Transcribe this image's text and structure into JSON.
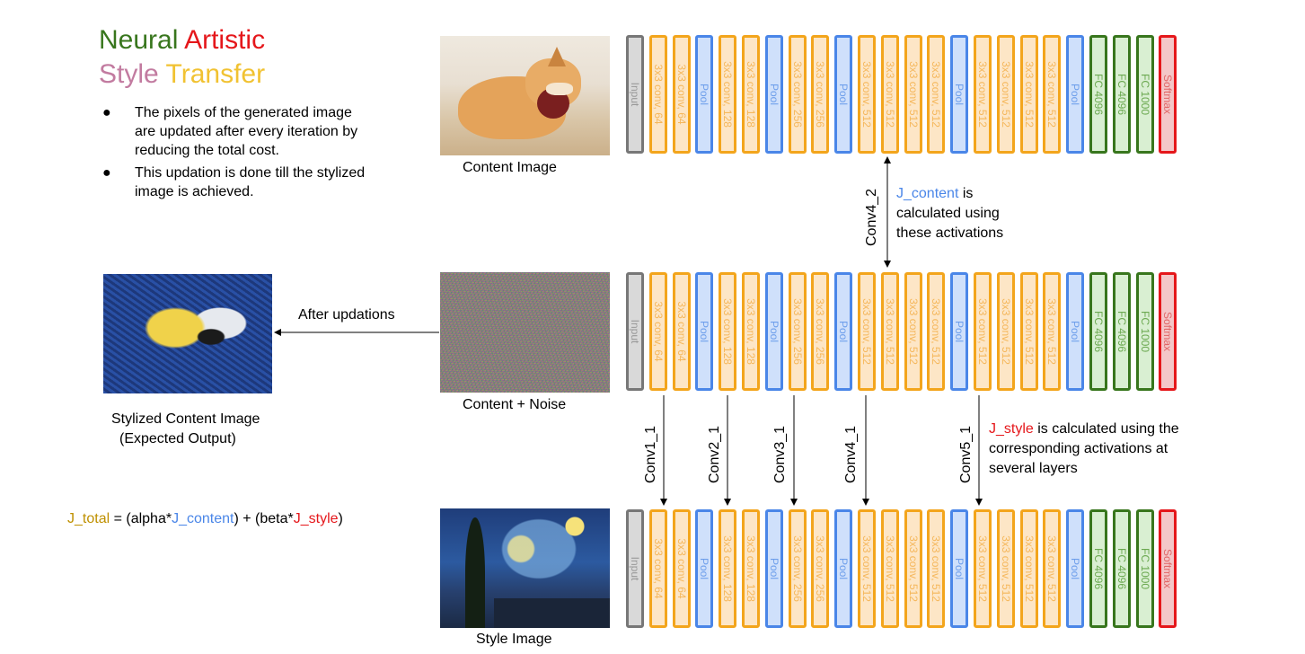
{
  "title": {
    "line1_a": "Neural",
    "line1_b": "Artistic",
    "line2_a": "Style",
    "line2_b": "Transfer",
    "colors": {
      "neural": "#38761d",
      "artistic": "#e5171b",
      "style": "#c27ba0",
      "transfer": "#f1c232"
    }
  },
  "bullets": [
    "The pixels of the generated image are updated after every iteration by reducing the total cost.",
    "This updation is done till the stylized image is achieved."
  ],
  "captions": {
    "content_image": "Content Image",
    "content_noise": "Content + Noise",
    "style_image": "Style Image",
    "stylized_line1": "Stylized Content Image",
    "stylized_line2": "(Expected Output)",
    "after_updations": "After updations"
  },
  "formula": {
    "j_total": "J_total",
    "eq_open": " = (alpha*",
    "j_content": "J_content",
    "mid": ") + (beta*",
    "j_style": "J_style",
    "close": ")"
  },
  "network_layers": [
    {
      "label": "Input",
      "kind": "input"
    },
    {
      "label": "3x3 conv, 64",
      "kind": "conv"
    },
    {
      "label": "3x3 conv, 64",
      "kind": "conv"
    },
    {
      "label": "Pool",
      "kind": "pool"
    },
    {
      "label": "3x3 conv, 128",
      "kind": "conv"
    },
    {
      "label": "3x3 conv, 128",
      "kind": "conv"
    },
    {
      "label": "Pool",
      "kind": "pool"
    },
    {
      "label": "3x3 conv, 256",
      "kind": "conv"
    },
    {
      "label": "3x3 conv, 256",
      "kind": "conv"
    },
    {
      "label": "Pool",
      "kind": "pool"
    },
    {
      "label": "3x3 conv, 512",
      "kind": "conv"
    },
    {
      "label": "3x3 conv, 512",
      "kind": "conv"
    },
    {
      "label": "3x3 conv, 512",
      "kind": "conv"
    },
    {
      "label": "3x3 conv, 512",
      "kind": "conv"
    },
    {
      "label": "Pool",
      "kind": "pool"
    },
    {
      "label": "3x3 conv, 512",
      "kind": "conv"
    },
    {
      "label": "3x3 conv, 512",
      "kind": "conv"
    },
    {
      "label": "3x3 conv, 512",
      "kind": "conv"
    },
    {
      "label": "3x3 conv, 512",
      "kind": "conv"
    },
    {
      "label": "Pool",
      "kind": "pool"
    },
    {
      "label": "FC 4096",
      "kind": "fc"
    },
    {
      "label": "FC 4096",
      "kind": "fc"
    },
    {
      "label": "FC 1000",
      "kind": "fc"
    },
    {
      "label": "Softmax",
      "kind": "soft"
    }
  ],
  "layer_labels": {
    "conv4_2": "Conv4_2",
    "conv1_1": "Conv1_1",
    "conv2_1": "Conv2_1",
    "conv3_1": "Conv3_1",
    "conv4_1": "Conv4_1",
    "conv5_1": "Conv5_1"
  },
  "notes": {
    "content_term": "J_content",
    "content_rest_line1": " is",
    "content_rest_line2": "calculated using",
    "content_rest_line3": "these activations",
    "style_term": "J_style",
    "style_rest_line1": " is calculated using the",
    "style_rest_line2": "corresponding activations at",
    "style_rest_line3": "several layers"
  },
  "colors": {
    "content_blue": "#4a86e8",
    "style_red": "#e5171b",
    "total_gold": "#bf9000"
  }
}
